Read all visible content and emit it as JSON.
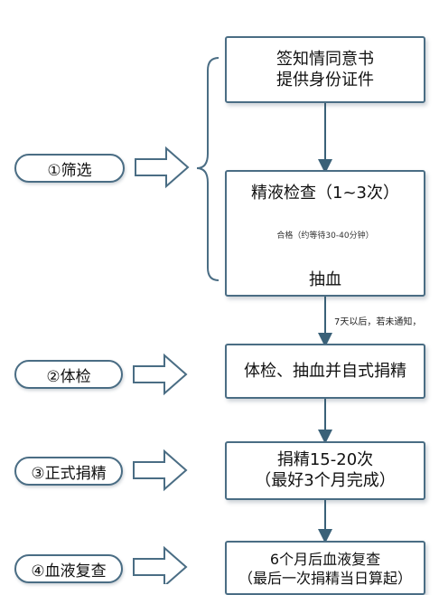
{
  "colors": {
    "stroke": "#4a6d84",
    "arrow": "#3a6178",
    "text": "#111111"
  },
  "stages": [
    {
      "label": "①筛选"
    },
    {
      "label": "②体检"
    },
    {
      "label": "③正式捐精"
    },
    {
      "label": "④血液复查"
    }
  ],
  "boxes": {
    "consent": {
      "line1": "签知情同意书",
      "line2": "提供身份证件"
    },
    "semen_check": {
      "title": "精液检查（1~3次）",
      "pass_note": "合格（约等待30-40分钟）",
      "blood": "抽血"
    },
    "exam": {
      "text": "体检、抽血并自式捐精"
    },
    "donation": {
      "line1": "捐精15-20次",
      "line2": "（最好3个月完成）"
    },
    "recheck": {
      "line1": "6个月后血液复查",
      "line2": "（最后一次捐精当日算起）"
    }
  },
  "notes": {
    "wait": "7天以后，若未通知，"
  }
}
